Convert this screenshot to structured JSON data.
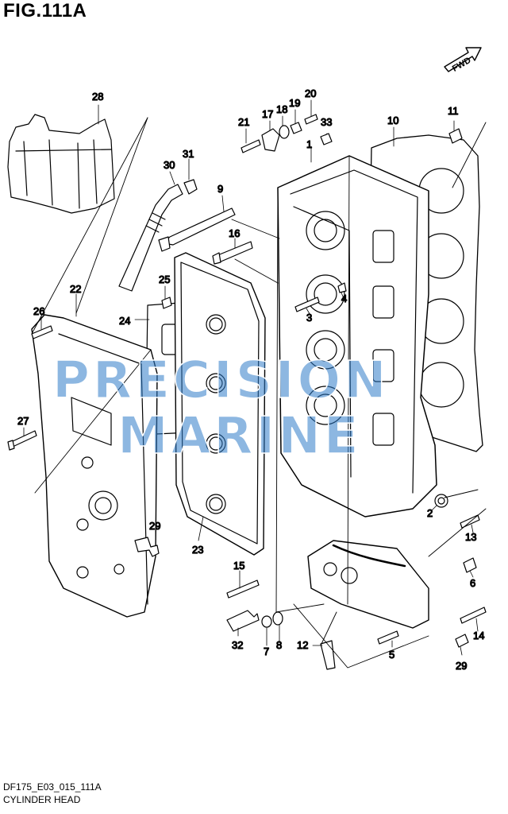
{
  "figure": {
    "title": "FIG.111A",
    "code": "DF175_E03_015_111A",
    "name": "CYLINDER HEAD",
    "direction_label": "FWD"
  },
  "watermark": {
    "line1": "PRECISION",
    "line2": "MARINE",
    "color": "#2f7cc8"
  },
  "callouts": [
    {
      "id": "1",
      "label": "1"
    },
    {
      "id": "2",
      "label": "2"
    },
    {
      "id": "3",
      "label": "3"
    },
    {
      "id": "4",
      "label": "4"
    },
    {
      "id": "5",
      "label": "5"
    },
    {
      "id": "6",
      "label": "6"
    },
    {
      "id": "7",
      "label": "7"
    },
    {
      "id": "8",
      "label": "8"
    },
    {
      "id": "9",
      "label": "9"
    },
    {
      "id": "10",
      "label": "10"
    },
    {
      "id": "11",
      "label": "11"
    },
    {
      "id": "12",
      "label": "12"
    },
    {
      "id": "13",
      "label": "13"
    },
    {
      "id": "14",
      "label": "14"
    },
    {
      "id": "15",
      "label": "15"
    },
    {
      "id": "16",
      "label": "16"
    },
    {
      "id": "17",
      "label": "17"
    },
    {
      "id": "18",
      "label": "18"
    },
    {
      "id": "19",
      "label": "19"
    },
    {
      "id": "20",
      "label": "20"
    },
    {
      "id": "21",
      "label": "21"
    },
    {
      "id": "22",
      "label": "22"
    },
    {
      "id": "23",
      "label": "23"
    },
    {
      "id": "24",
      "label": "24"
    },
    {
      "id": "25",
      "label": "25"
    },
    {
      "id": "26",
      "label": "26"
    },
    {
      "id": "27",
      "label": "27"
    },
    {
      "id": "28",
      "label": "28"
    },
    {
      "id": "29a",
      "label": "29"
    },
    {
      "id": "29b",
      "label": "29"
    },
    {
      "id": "30",
      "label": "30"
    },
    {
      "id": "31",
      "label": "31"
    },
    {
      "id": "32",
      "label": "32"
    },
    {
      "id": "33",
      "label": "33"
    }
  ]
}
